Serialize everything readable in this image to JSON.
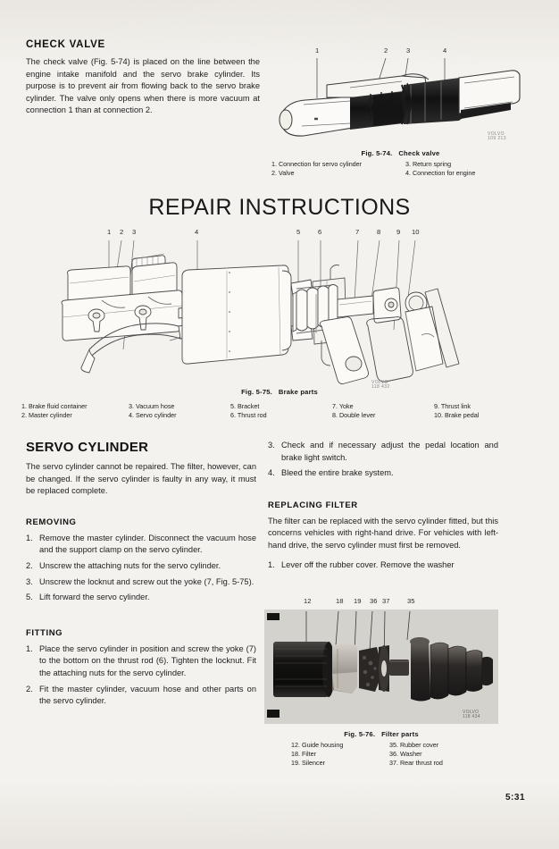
{
  "page": {
    "number": "5:31",
    "paper_color": "#f4f2ee",
    "ink_color": "#1b1b1b"
  },
  "check_valve": {
    "heading": "CHECK VALVE",
    "body": "The check valve (Fig. 5-74) is placed on the line between the engine intake manifold and the servo brake cylinder. Its purpose is to prevent air from flowing back to the servo brake cylinder. The valve only opens when there is more vacuum at connection 1 than at connection 2.",
    "figure": {
      "caption_fig": "Fig. 5-74.",
      "caption_title": "Check valve",
      "callouts": [
        "1",
        "2",
        "3",
        "4"
      ],
      "watermark_line1": "VOLVO",
      "watermark_line2": "109 213",
      "legend_col1": [
        "1. Connection for servo cylinder",
        "2. Valve"
      ],
      "legend_col2": [
        "3. Return spring",
        "4. Connection for engine"
      ]
    }
  },
  "repair_instructions": {
    "title": "REPAIR INSTRUCTIONS"
  },
  "brake_parts_figure": {
    "caption_fig": "Fig. 5-75.",
    "caption_title": "Brake parts",
    "callouts": [
      "1",
      "2",
      "3",
      "4",
      "5",
      "6",
      "7",
      "8",
      "9",
      "10"
    ],
    "watermark_line1": "VOLVO",
    "watermark_line2": "118 432",
    "legend_col1": [
      "1. Brake fluid container",
      "2. Master cylinder"
    ],
    "legend_col2": [
      "3. Vacuum hose",
      "4. Servo cylinder"
    ],
    "legend_col3": [
      "5. Bracket",
      "6. Thrust rod"
    ],
    "legend_col4": [
      "7. Yoke",
      "8. Double lever"
    ],
    "legend_col5": [
      "9. Thrust link",
      "10. Brake pedal"
    ]
  },
  "servo_cylinder": {
    "heading": "SERVO CYLINDER",
    "intro": "The servo cylinder cannot be repaired. The filter, however, can be changed. If the servo cylinder is faulty in any way, it must be replaced complete.",
    "removing": {
      "heading": "REMOVING",
      "steps": [
        {
          "num": "1.",
          "text": "Remove the master cylinder. Disconnect the vacuum hose and the support clamp on the servo cylinder."
        },
        {
          "num": "2.",
          "text": "Unscrew the attaching nuts for the servo cylinder."
        },
        {
          "num": "3.",
          "text": "Unscrew the locknut and screw out the yoke (7, Fig. 5-75)."
        },
        {
          "num": "5.",
          "text": "Lift forward the servo cylinder."
        }
      ]
    },
    "fitting": {
      "heading": "FITTING",
      "steps": [
        {
          "num": "1.",
          "text": "Place the servo cylinder in position and screw the yoke (7) to the bottom on the thrust rod (6). Tighten the locknut. Fit the attaching nuts for the servo cylinder."
        },
        {
          "num": "2.",
          "text": "Fit the master cylinder, vacuum hose and other parts on the servo cylinder."
        },
        {
          "num": "3.",
          "text": "Check and if necessary adjust the pedal location and brake light switch."
        },
        {
          "num": "4.",
          "text": "Bleed the entire brake system."
        }
      ]
    }
  },
  "replacing_filter": {
    "heading": "REPLACING FILTER",
    "body": "The filter can be replaced with the servo cylinder fitted, but this concerns vehicles with right-hand drive. For vehicles with left-hand drive, the servo cylinder must first be removed.",
    "steps": [
      {
        "num": "1.",
        "text": "Lever off the rubber cover. Remove the washer"
      }
    ],
    "figure": {
      "caption_fig": "Fig. 5-76.",
      "caption_title": "Filter parts",
      "callouts": [
        "12",
        "18",
        "19",
        "36",
        "37",
        "35"
      ],
      "watermark_line1": "VOLVO",
      "watermark_line2": "118 434",
      "legend_col1": [
        "12. Guide housing",
        "18. Filter",
        "19. Silencer"
      ],
      "legend_col2": [
        "35. Rubber cover",
        "36. Washer",
        "37. Rear thrust rod"
      ]
    }
  }
}
